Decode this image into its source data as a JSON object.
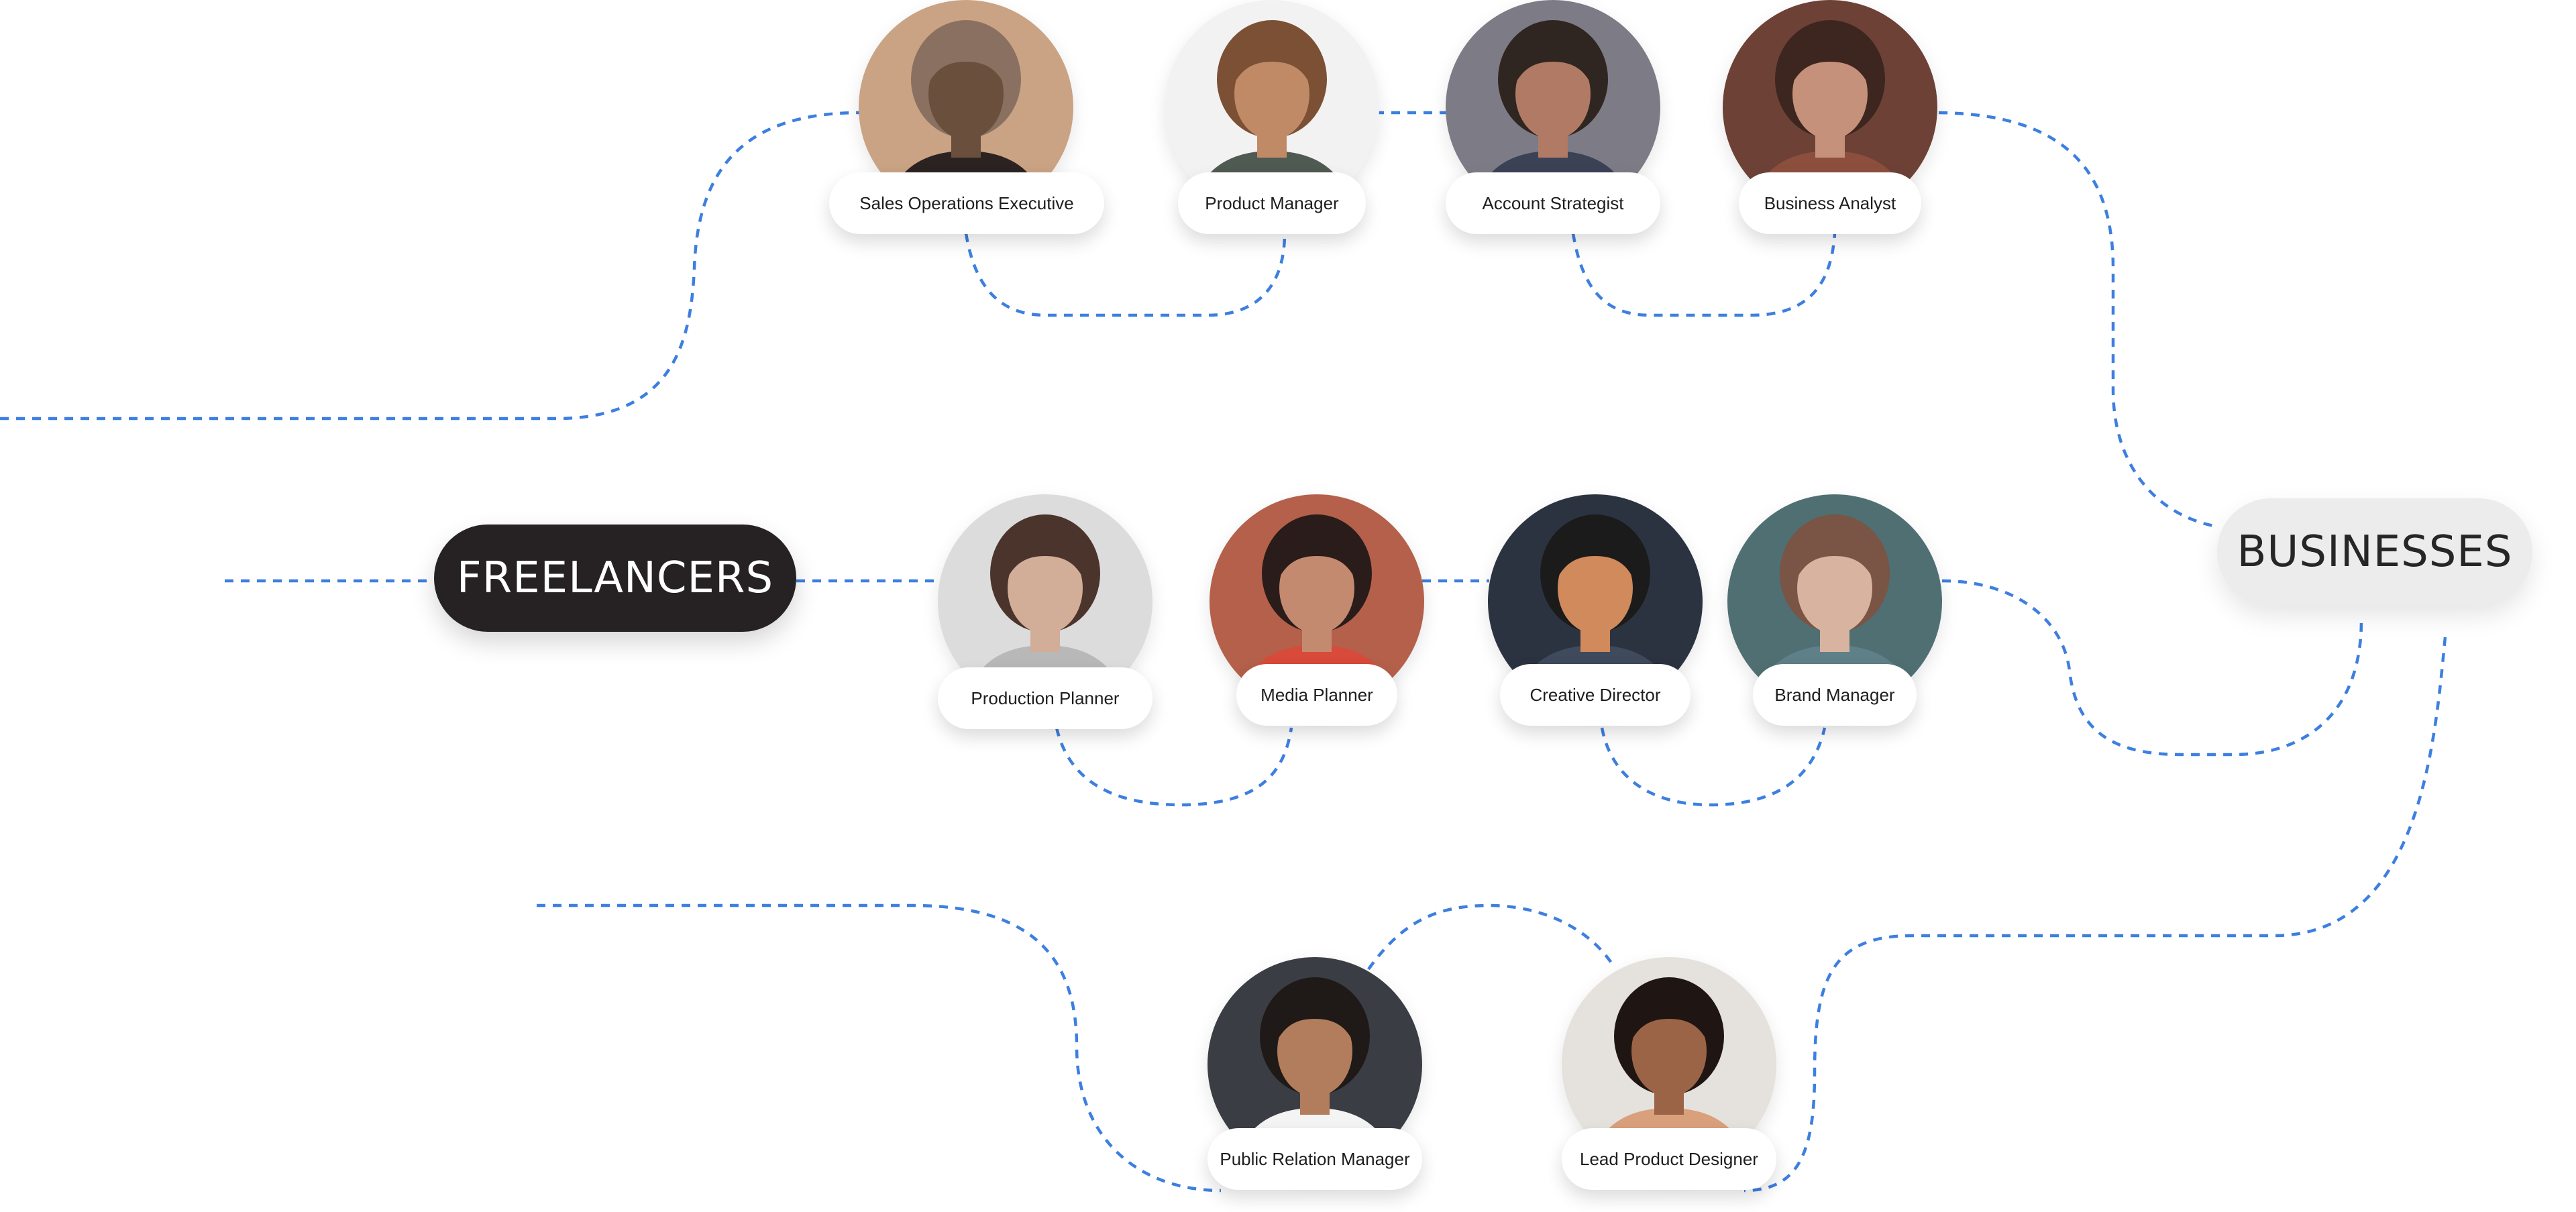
{
  "hubs": {
    "freelancers": "FREELANCERS",
    "businesses": "BUSINESSES"
  },
  "colors": {
    "connector": "#3d7fe0",
    "freelancers_fill": "#262224",
    "businesses_fill": "#ececec"
  },
  "people": [
    {
      "title": "Sales Operations Executive",
      "photo": "bearded-man-glasses-portrait",
      "tones": [
        "#c9a383",
        "#6a4f3d",
        "#8a7060",
        "#2b2321"
      ]
    },
    {
      "title": "Product Manager",
      "photo": "curly-hair-young-man-portrait",
      "tones": [
        "#f2f2f2",
        "#c08a66",
        "#7b5034",
        "#4e5a52"
      ]
    },
    {
      "title": "Account Strategist",
      "photo": "bearded-man-sunset-portrait",
      "tones": [
        "#7d7b86",
        "#b07a64",
        "#2f2622",
        "#3b4256"
      ]
    },
    {
      "title": "Business Analyst",
      "photo": "long-hair-woman-brick-wall-portrait",
      "tones": [
        "#6d4136",
        "#c5917a",
        "#3d261f",
        "#8d4f3d"
      ]
    },
    {
      "title": "Production Planner",
      "photo": "curly-hair-woman-portrait",
      "tones": [
        "#dcdcdc",
        "#d2ad98",
        "#4a342b",
        "#b8b8b8"
      ]
    },
    {
      "title": "Media Planner",
      "photo": "smiling-woman-dark-hair-portrait",
      "tones": [
        "#b4604a",
        "#c48a6f",
        "#2a1c1a",
        "#d84a3a"
      ]
    },
    {
      "title": "Creative Director",
      "photo": "man-sunglasses-portrait",
      "tones": [
        "#2c3340",
        "#d08a5c",
        "#1b1b1b",
        "#3f4a5c"
      ]
    },
    {
      "title": "Brand Manager",
      "photo": "woman-teal-background-portrait",
      "tones": [
        "#4f6f73",
        "#d8b3a0",
        "#7a5444",
        "#5f8088"
      ]
    },
    {
      "title": "Public Relation Manager",
      "photo": "smiling-bearded-man-portrait",
      "tones": [
        "#3a3d44",
        "#b27d5c",
        "#1f1a18",
        "#f4f4f4"
      ]
    },
    {
      "title": "Lead Product Designer",
      "photo": "laughing-woman-curly-hair-portrait",
      "tones": [
        "#e5e1dd",
        "#9c6446",
        "#1f1613",
        "#d9a07c"
      ]
    }
  ]
}
